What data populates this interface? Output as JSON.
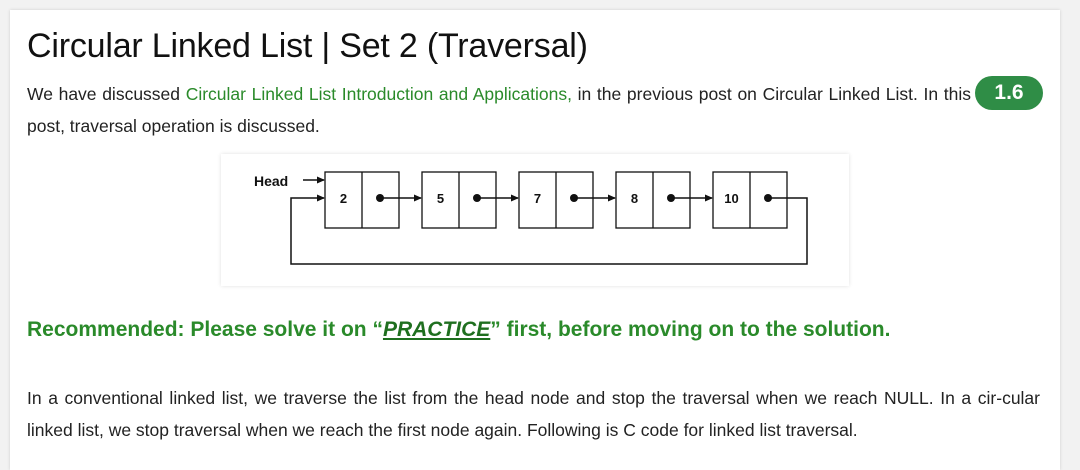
{
  "article": {
    "title": "Circular Linked List | Set 2 (Traversal)",
    "intro": {
      "before_link": "We have discussed ",
      "link": "Circular Linked List Introduction and Applications,",
      "after_link": " in the previous post on Circular Linked List. In this post, traversal operation is discussed."
    },
    "badge": "1.6",
    "diagram": {
      "head_label": "Head",
      "nodes": [
        "2",
        "5",
        "7",
        "8",
        "10"
      ]
    },
    "recommended": {
      "before": "Recommended: Please solve it on “",
      "link": "PRACTICE",
      "after": "” first, before moving on to the solution."
    },
    "body": "In a conventional linked list, we traverse the list from the head node and stop the traversal when we reach NULL. In a cir-cular linked list, we stop traversal when we reach the first node again. Following is C code for linked list traversal."
  },
  "colors": {
    "link_green": "#2a8a2a",
    "badge_green": "#2f8d46"
  }
}
